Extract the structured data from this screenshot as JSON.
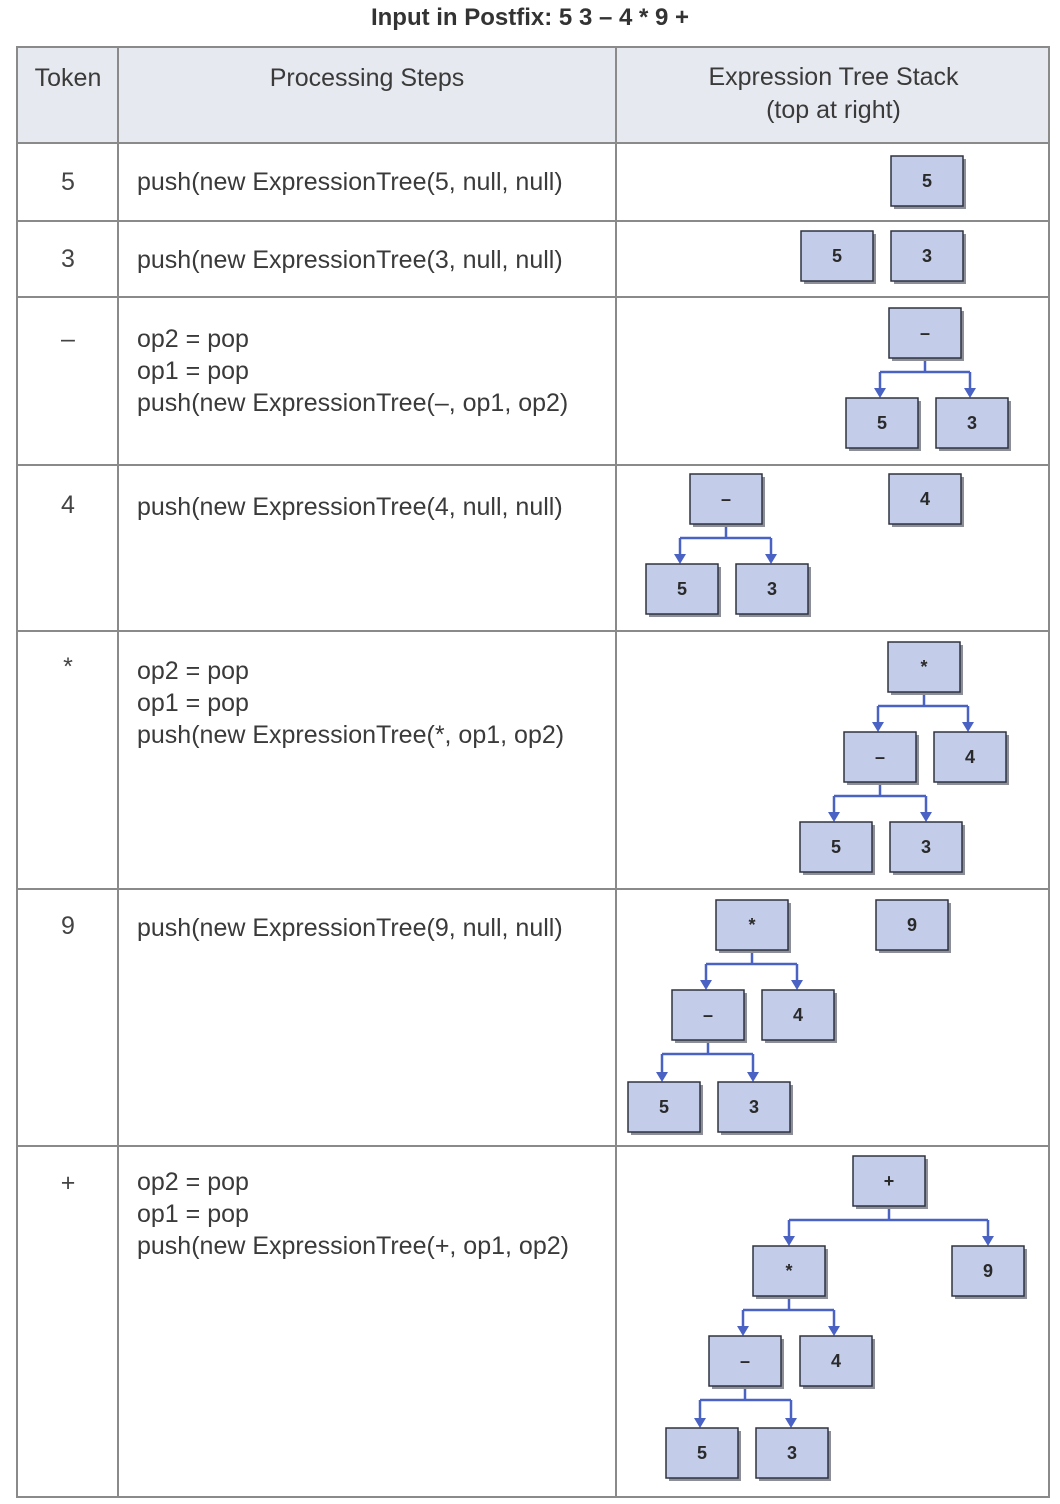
{
  "title": "Input in Postfix: 5 3 – 4 * 9 +",
  "headers": {
    "token": "Token",
    "steps": "Processing Steps",
    "stack_line1": "Expression Tree Stack",
    "stack_line2": "(top at right)"
  },
  "rows": [
    {
      "token": "5",
      "steps": [
        "push(new ExpressionTree(5, null, null)"
      ]
    },
    {
      "token": "3",
      "steps": [
        "push(new ExpressionTree(3, null, null)"
      ]
    },
    {
      "token": "–",
      "steps": [
        "op2 = pop",
        "op1 = pop",
        "push(new ExpressionTree(–, op1, op2)"
      ]
    },
    {
      "token": "4",
      "steps": [
        "push(new ExpressionTree(4, null, null)"
      ]
    },
    {
      "token": "*",
      "steps": [
        "op2 = pop",
        "op1 = pop",
        "push(new ExpressionTree(*, op1, op2)"
      ]
    },
    {
      "token": "9",
      "steps": [
        "push(new ExpressionTree(9, null, null)"
      ]
    },
    {
      "token": "+",
      "steps": [
        "op2 = pop",
        "op1 = pop",
        "push(new ExpressionTree(+, op1, op2)"
      ]
    }
  ],
  "node_labels": {
    "five": "5",
    "three": "3",
    "four": "4",
    "nine": "9",
    "minus": "–",
    "times": "*",
    "plus": "+"
  },
  "colors": {
    "node_fill": "#c3cdea",
    "edge": "#4a62c4",
    "header_bg": "#e7e9f0",
    "grid": "#8a8a8a"
  }
}
